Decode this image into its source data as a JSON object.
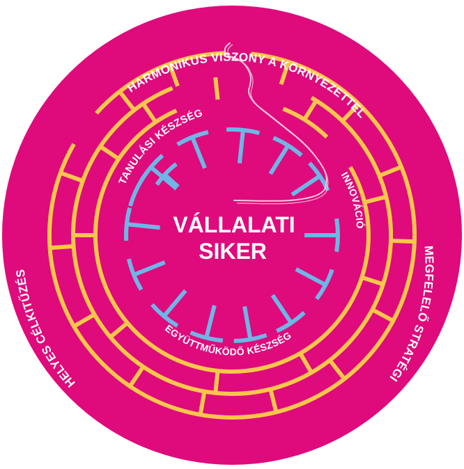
{
  "title": {
    "line1": "VÁLLALATI",
    "line2": "SIKER"
  },
  "labels": {
    "outer_top": "HARMONIKUS VISZONY A KÖRNYEZETTEL",
    "outer_right": "MEGFELELŐ STRATÉGIA",
    "outer_left": "HELYES CÉLKITŰZÉS",
    "inner_top_left": "TANULÁSI KÉSZSÉG",
    "inner_right": "INNOVÁCIÓ",
    "inner_bottom": "EGYÜTTMŰKÖDŐ KÉSZSÉG"
  },
  "colors": {
    "background": "#df0a7c",
    "outer_maze": "#f9c64c",
    "inner_maze": "#6eb6e6",
    "path": "#f8c7dc",
    "text": "#ffffff"
  }
}
